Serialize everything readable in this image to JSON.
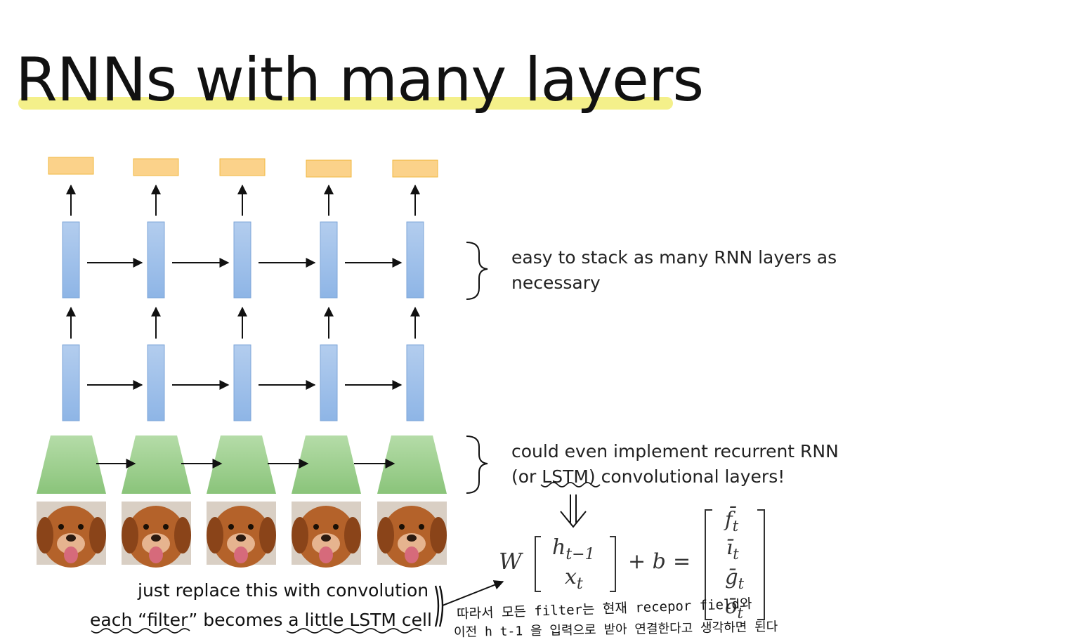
{
  "slide": {
    "title": "RNNs with many layers",
    "highlight_color": "#f4f08a"
  },
  "annotations": {
    "stack_note": "easy to stack as many RNN layers as necessary",
    "conv_note": "could even implement recurrent RNN (or LSTM) convolutional layers!",
    "replace_caption": "just replace this with convolution",
    "filter_caption": "each “filter” becomes a little LSTM cell"
  },
  "equation": {
    "weight": "W",
    "vector_top": "h",
    "vector_top_sub": "t−1",
    "vector_bottom": "x",
    "vector_bottom_sub": "t",
    "plus_bias": "+ b",
    "equals": "=",
    "gates": [
      {
        "sym": "f̄",
        "sub": "t"
      },
      {
        "sym": "ī",
        "sub": "t"
      },
      {
        "sym": "ḡ",
        "sub": "t"
      },
      {
        "sym": "ō",
        "sub": "t"
      }
    ]
  },
  "handwriting": {
    "line1": "따라서 모든 filter는 현재 recepor field와",
    "line2": "이전 h t-1 을 입력으로 받아 연결한다고 생각하면 된다"
  },
  "diagram": {
    "columns": 5,
    "colors": {
      "output": "#fbd28a",
      "output_border": "#f0b840",
      "rnn_top": "#b3cdee",
      "rnn_bottom": "#8eb5e6",
      "rnn_border": "#7ea6d8",
      "conv_top": "#b5dca8",
      "conv_bottom": "#8ac47a",
      "fur": "#b4622a",
      "fur_dark": "#8a4419",
      "photo_bg": "#d9cfc4",
      "tongue": "#d66a7b"
    },
    "icons": [
      "output-box",
      "rnn-cell",
      "conv-trapezoid",
      "dog-photo"
    ]
  }
}
